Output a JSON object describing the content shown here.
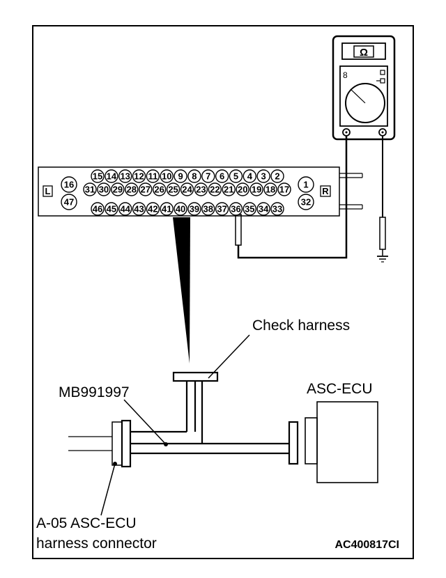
{
  "labels": {
    "check_harness": "Check harness",
    "special_tool": "MB991997",
    "ecu": "ASC-ECU",
    "connector_line1": "A-05 ASC-ECU",
    "connector_line2": "harness connector",
    "figure_code": "AC400817CI"
  },
  "multimeter": {
    "display_symbol": "Ω",
    "selector_mark": "8"
  },
  "connector": {
    "left_side_letter": "L",
    "right_side_letter": "R",
    "top_row_pins": [
      "15",
      "14",
      "13",
      "12",
      "11",
      "10",
      "9",
      "8",
      "7",
      "6",
      "5",
      "4",
      "3",
      "2"
    ],
    "middle_row_pins": [
      "31",
      "30",
      "29",
      "28",
      "27",
      "26",
      "25",
      "24",
      "23",
      "22",
      "21",
      "20",
      "19",
      "18",
      "17"
    ],
    "bottom_row_pins": [
      "46",
      "45",
      "44",
      "43",
      "42",
      "41",
      "40",
      "39",
      "38",
      "37",
      "36",
      "35",
      "34",
      "33"
    ],
    "left_end_pins": [
      "16",
      "47"
    ],
    "right_end_pins": [
      "1",
      "32"
    ],
    "probed_pin": "36"
  }
}
